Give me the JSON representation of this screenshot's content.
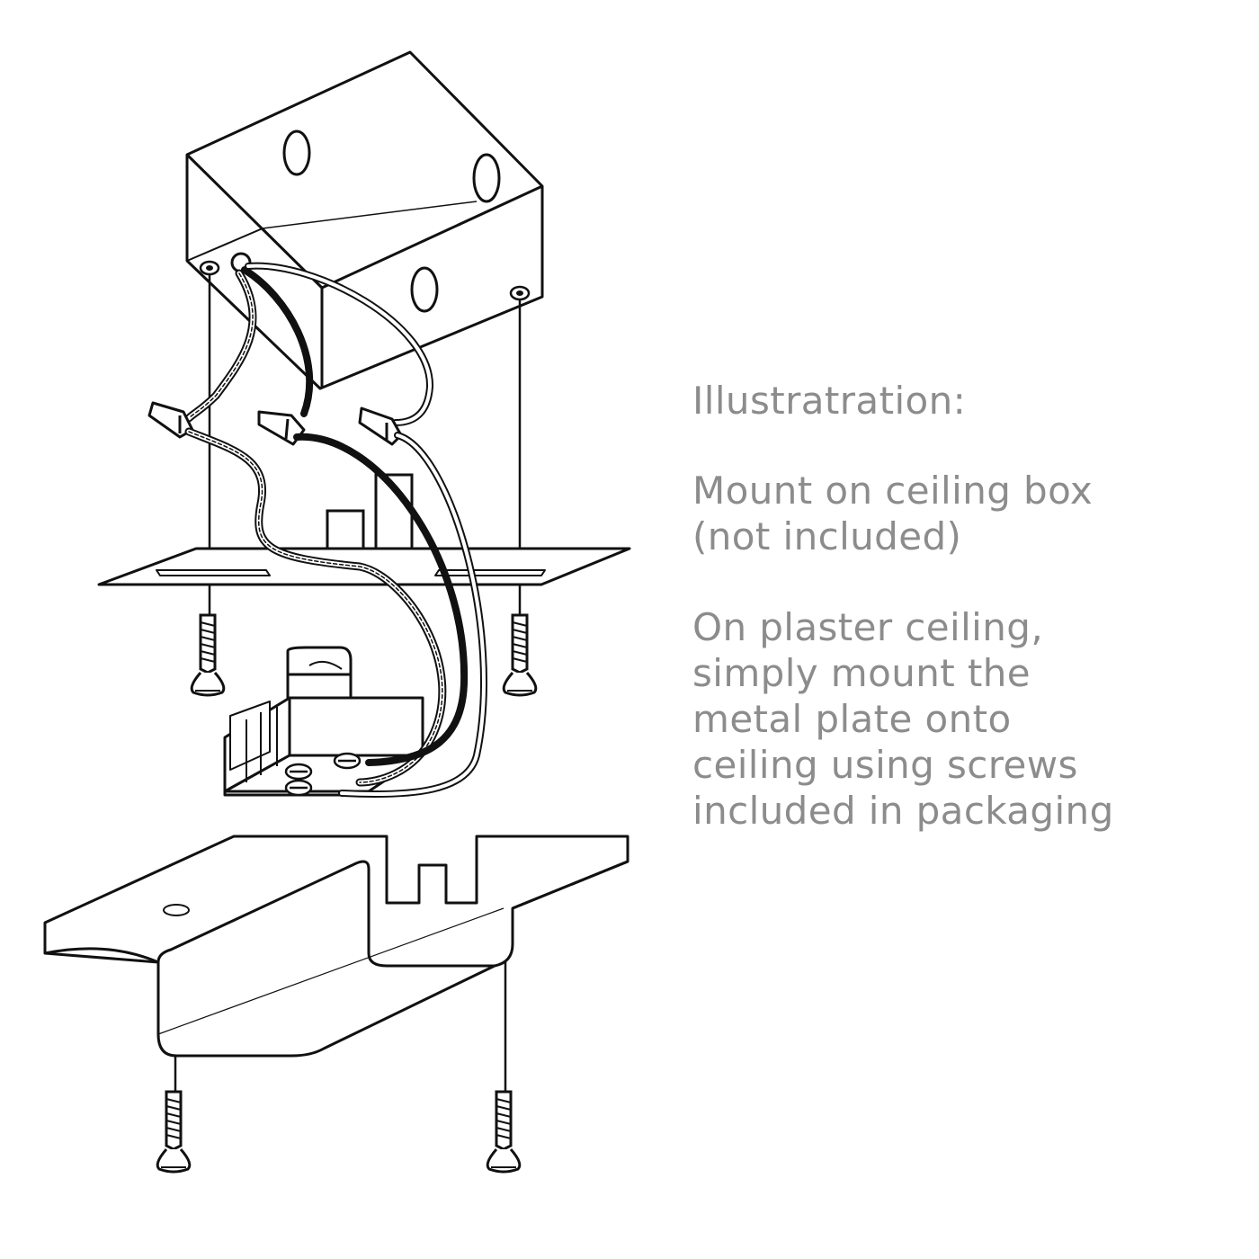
{
  "captions": {
    "heading": "Illustratration:",
    "mount": "Mount on ceiling box\n(not included)",
    "plaster": "On plaster ceiling,\nsimply mount the\nmetal plate onto\nceiling using screws\nincluded in packaging"
  },
  "colors": {
    "caption": "#8c8c8c",
    "line": "#111111",
    "fill": "#ffffff"
  },
  "icons": {
    "screw": "screw-icon",
    "wire_nut": "wire-nut-icon",
    "knockout": "knockout-hole-icon"
  }
}
